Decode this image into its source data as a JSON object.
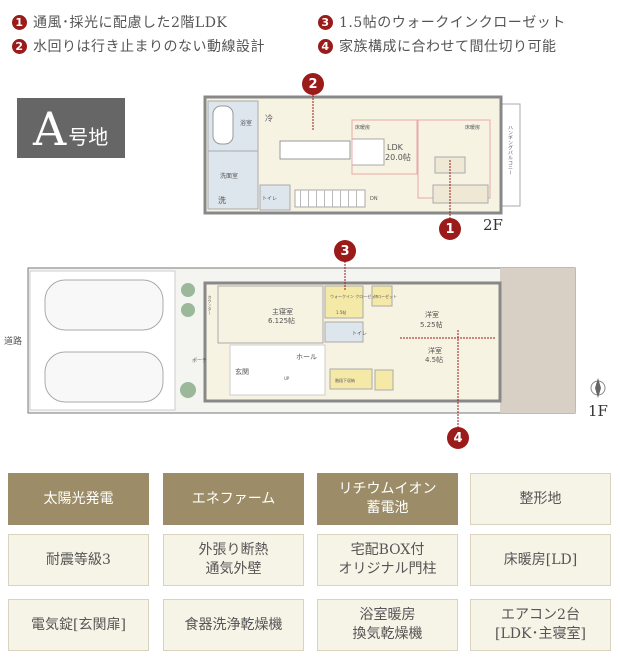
{
  "highlights": [
    {
      "num": "1",
      "text": "通風･採光に配慮した2階LDK"
    },
    {
      "num": "2",
      "text": "水回りは行き止まりのない動線設計"
    },
    {
      "num": "3",
      "text": "1.5帖のウォークインクローゼット"
    },
    {
      "num": "4",
      "text": "家族構成に合わせて間仕切り可能"
    }
  ],
  "lot_badge": {
    "letter": "A",
    "suffix": "号地"
  },
  "floor2": {
    "label": "2F",
    "rooms": {
      "fridge": "冷",
      "bath": "浴室",
      "washroom": "洗面室",
      "washer": "洗",
      "toilet": "トイレ",
      "ldk": "LDK",
      "ldk_size": "20.0帖",
      "floor_heating_1": "床暖房",
      "floor_heating_2": "床暖房",
      "balcony": "ハンギングバルコニー",
      "down": "DN"
    }
  },
  "floor1": {
    "label": "1F",
    "road": "道路",
    "rooms": {
      "counter": "カウンター",
      "master": "主寝室",
      "master_size": "6.125帖",
      "wic": "ウォークイン\nクローゼット",
      "wic_size": "1.5帖",
      "closet": "クローゼット",
      "toilet": "トイレ",
      "room1": "洋室",
      "room1_size": "5.25帖",
      "room2": "洋室",
      "room2_size": "4.5帖",
      "hall": "ホール",
      "porch": "ポーチ",
      "entrance": "玄関",
      "storage": "階段下収納",
      "up": "UP"
    }
  },
  "features": [
    {
      "label": "太陽光発電",
      "style": "dark"
    },
    {
      "label": "エネファーム",
      "style": "dark"
    },
    {
      "label": "リチウムイオン\n蓄電池",
      "style": "dark"
    },
    {
      "label": "整形地",
      "style": "light"
    },
    {
      "label": "耐震等級3",
      "style": "light"
    },
    {
      "label": "外張り断熱\n通気外壁",
      "style": "light"
    },
    {
      "label": "宅配BOX付\nオリジナル門柱",
      "style": "light"
    },
    {
      "label": "床暖房[LD]",
      "style": "light"
    },
    {
      "label": "電気錠[玄関扉]",
      "style": "light"
    },
    {
      "label": "食器洗浄乾燥機",
      "style": "light"
    },
    {
      "label": "浴室暖房\n換気乾燥機",
      "style": "light"
    },
    {
      "label": "エアコン2台\n[LDK･主寝室]",
      "style": "light"
    }
  ],
  "colors": {
    "marker": "#9b1b1b",
    "feature_dark": "#9c8d68",
    "feature_light": "#f6f3e7",
    "room_fill": "#f7f3e3",
    "wet_fill": "#dde6ec",
    "closet_fill": "#f5e9a8"
  }
}
